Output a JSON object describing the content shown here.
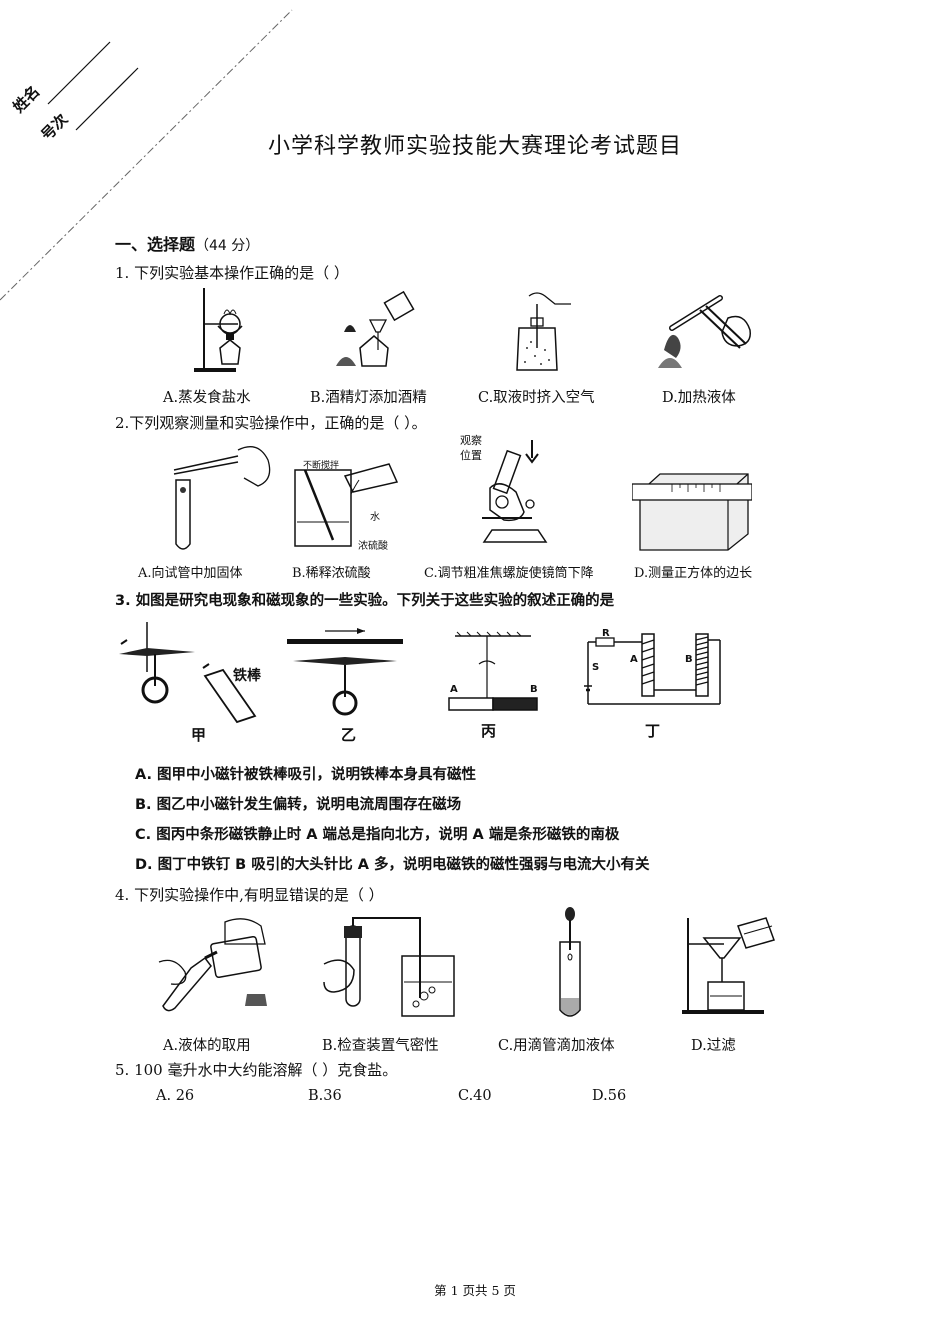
{
  "header": {
    "name_label": "姓名",
    "number_label": "号次",
    "title": "小学科学教师实验技能大赛理论考试题目"
  },
  "section1": {
    "heading": "一、选择题",
    "points": "（44 分）"
  },
  "q1": {
    "stem": "1.  下列实验基本操作正确的是（      ）",
    "captions": [
      "A.蒸发食盐水",
      "B.酒精灯添加酒精",
      "C.取液时挤入空气",
      "D.加热液体"
    ]
  },
  "q2": {
    "stem": "2.下列观察测量和实验操作中，正确的是（       ）。",
    "captions": [
      "A.向试管中加固体",
      "B.稀释浓硫酸",
      "C.调节粗准焦螺旋使镜筒下降",
      "D.测量正方体的边长"
    ],
    "fig_labels": {
      "stir": "不断搅拌",
      "water": "水",
      "acid": "浓硫酸",
      "observe": "观察",
      "position": "位置"
    }
  },
  "q3": {
    "stem": "3.  如图是研究电现象和磁现象的一些实验。下列关于这些实验的叙述正确的是",
    "fig_captions": [
      "甲",
      "乙",
      "丙",
      "丁"
    ],
    "fig_labels": {
      "iron_rod": "铁棒",
      "a": "A",
      "b": "B",
      "r": "R",
      "s": "S"
    },
    "options": [
      "A.  图甲中小磁针被铁棒吸引，说明铁棒本身具有磁性",
      "B.  图乙中小磁针发生偏转，说明电流周围存在磁场",
      "C.  图丙中条形磁铁静止时 A 端总是指向北方，说明 A 端是条形磁铁的南极",
      "D.  图丁中铁钉 B 吸引的大头针比 A 多，说明电磁铁的磁性强弱与电流大小有关"
    ]
  },
  "q4": {
    "stem": "4.  下列实验操作中,有明显错误的是（      ）",
    "captions": [
      "A.液体的取用",
      "B.检查装置气密性",
      "C.用滴管滴加液体",
      "D.过滤"
    ]
  },
  "q5": {
    "stem": "5.  100 毫升水中大约能溶解（       ）克食盐。",
    "options": [
      "A.  26",
      "B.36",
      "C.40",
      "D.56"
    ]
  },
  "footer": {
    "page": "第 1 页共 5 页"
  }
}
